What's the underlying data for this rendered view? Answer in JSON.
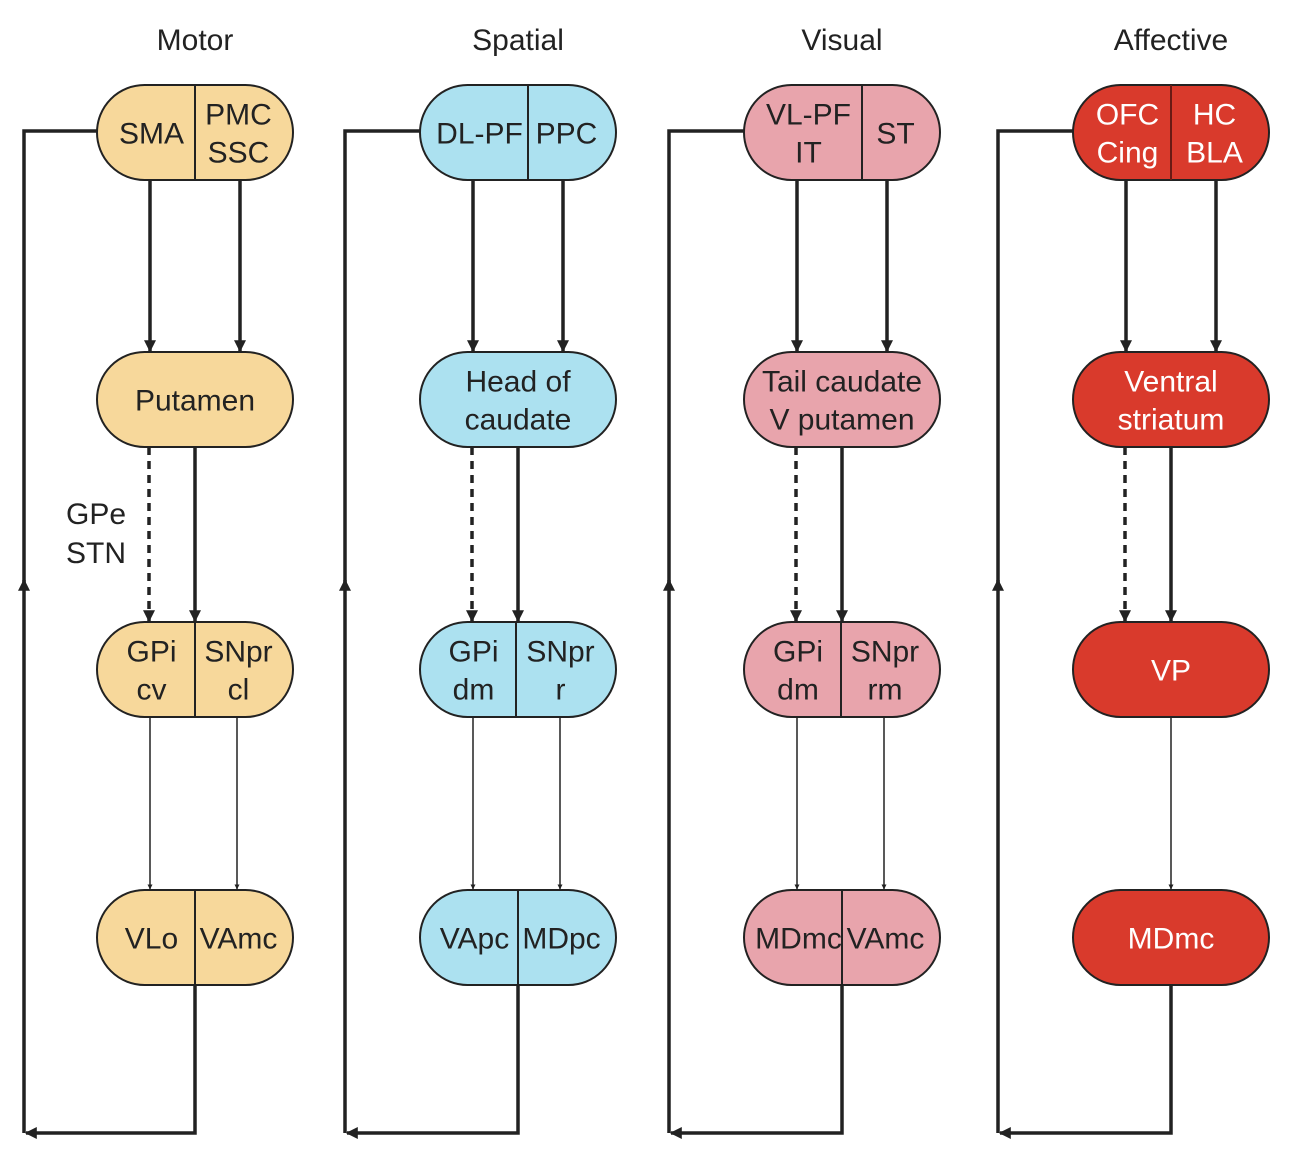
{
  "columns": [
    {
      "title": "Motor",
      "fill": "#f7d89b",
      "text_color": "#222222",
      "divider_color": "#222222",
      "rows": [
        [
          [
            "SMA"
          ],
          [
            "PMC",
            "SSC"
          ]
        ],
        [
          [
            "Putamen"
          ]
        ],
        [
          [
            "GPi",
            "cv"
          ],
          [
            "SNpr",
            "cl"
          ]
        ],
        [
          [
            "VLo"
          ],
          [
            "VAmc"
          ]
        ]
      ],
      "indirect_label": [
        "GPe",
        "STN"
      ]
    },
    {
      "title": "Spatial",
      "fill": "#ace1f0",
      "text_color": "#222222",
      "divider_color": "#222222",
      "rows": [
        [
          [
            "DL-PF"
          ],
          [
            "PPC"
          ]
        ],
        [
          [
            "Head of",
            "caudate"
          ]
        ],
        [
          [
            "GPi",
            "dm"
          ],
          [
            "SNpr",
            "r"
          ]
        ],
        [
          [
            "VApc"
          ],
          [
            "MDpc"
          ]
        ]
      ]
    },
    {
      "title": "Visual",
      "fill": "#e8a4ac",
      "text_color": "#222222",
      "divider_color": "#222222",
      "rows": [
        [
          [
            "VL-PF",
            "IT"
          ],
          [
            "ST"
          ]
        ],
        [
          [
            "Tail caudate",
            "V putamen"
          ]
        ],
        [
          [
            "GPi",
            "dm"
          ],
          [
            "SNpr",
            "rm"
          ]
        ],
        [
          [
            "MDmc"
          ],
          [
            "VAmc"
          ]
        ]
      ]
    },
    {
      "title": "Affective",
      "fill": "#d93a2c",
      "text_color": "#ffffff",
      "divider_color": "#6a1a14",
      "rows": [
        [
          [
            "OFC",
            "Cing"
          ],
          [
            "HC",
            "BLA"
          ]
        ],
        [
          [
            "Ventral",
            "striatum"
          ]
        ],
        [
          [
            "VP"
          ]
        ],
        [
          [
            "MDmc"
          ]
        ]
      ]
    }
  ],
  "line_color": "#222222"
}
